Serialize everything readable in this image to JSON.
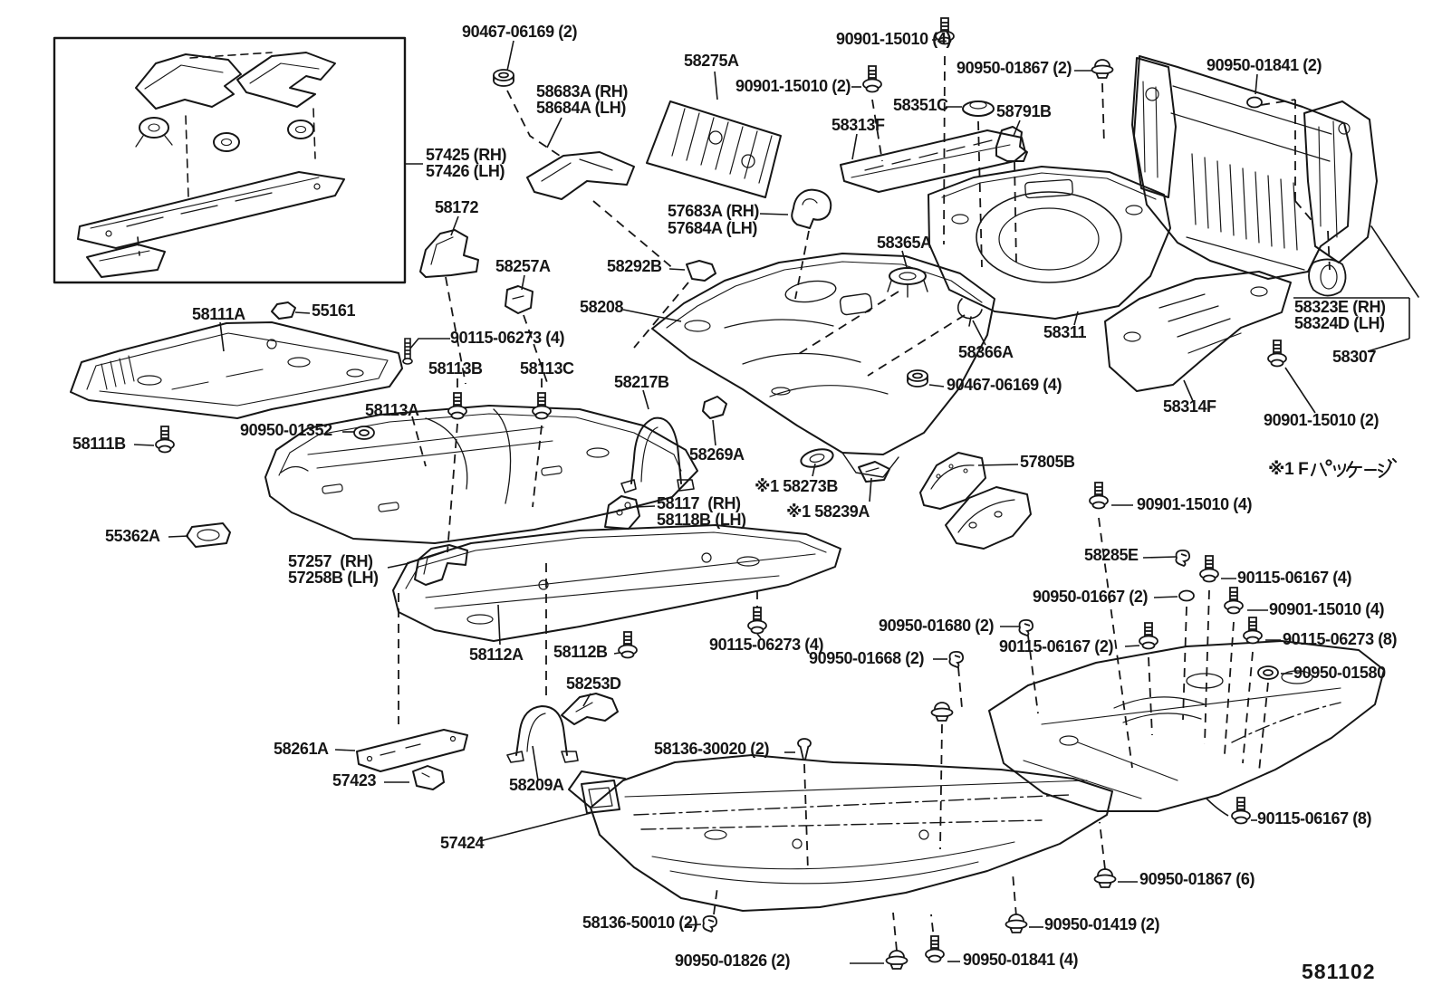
{
  "diagram": {
    "code": "581102",
    "note": {
      "prefix": "※1 F",
      "package_jp": "ﾊﾟｯｹｰｼﾞ"
    },
    "colors": {
      "ink": "#161616",
      "background": "#ffffff"
    },
    "labels": [
      {
        "text": "90467-06169 (2)"
      },
      {
        "text": "58275A"
      },
      {
        "text": "90901-15010 (2)"
      },
      {
        "text": "90901-15010 (4)"
      },
      {
        "text": "90950-01867 (2)"
      },
      {
        "text": "90950-01841 (2)"
      },
      {
        "text": "58683A (RH)"
      },
      {
        "text": "58684A (LH)"
      },
      {
        "text": "58351C"
      },
      {
        "text": "58791B"
      },
      {
        "text": "58313F"
      },
      {
        "text": "57425 (RH)"
      },
      {
        "text": "57426 (LH)"
      },
      {
        "text": "58172"
      },
      {
        "text": "58257A"
      },
      {
        "text": "58292B"
      },
      {
        "text": "58208"
      },
      {
        "text": "58111A"
      },
      {
        "text": "55161"
      },
      {
        "text": "57683A (RH)"
      },
      {
        "text": "57684A (LH)"
      },
      {
        "text": "58365A"
      },
      {
        "text": "58366A"
      },
      {
        "text": "58311"
      },
      {
        "text": "90467-06169 (4)"
      },
      {
        "text": "58323E (RH)"
      },
      {
        "text": "58324D (LH)"
      },
      {
        "text": "58307"
      },
      {
        "text": "58314F"
      },
      {
        "text": "90901-15010 (2)"
      },
      {
        "text": "57805B"
      },
      {
        "text": "90901-15010 (4)"
      },
      {
        "text": "58285E"
      },
      {
        "text": "90115-06167 (4)"
      },
      {
        "text": "90950-01667 (2)"
      },
      {
        "text": "90901-15010 (4)"
      },
      {
        "text": "90950-01680 (2)"
      },
      {
        "text": "90115-06273 (8)"
      },
      {
        "text": "90115-06167 (2)"
      },
      {
        "text": "90950-01668 (2)"
      },
      {
        "text": "90950-01580"
      },
      {
        "text": "90115-06273 (4)"
      },
      {
        "text": "90115-06273 (4)"
      },
      {
        "text": "58113B"
      },
      {
        "text": "58113C"
      },
      {
        "text": "58113A"
      },
      {
        "text": "90950-01352"
      },
      {
        "text": "58217B"
      },
      {
        "text": "58269A"
      },
      {
        "text": "58111B"
      },
      {
        "text": "55362A"
      },
      {
        "text": "58117  (RH)"
      },
      {
        "text": "58118B (LH)"
      },
      {
        "text": "※1 58273B"
      },
      {
        "text": "※1 58239A"
      },
      {
        "text": "57257  (RH)"
      },
      {
        "text": "57258B (LH)"
      },
      {
        "text": "58112A"
      },
      {
        "text": "58112B"
      },
      {
        "text": "58253D"
      },
      {
        "text": "58261A"
      },
      {
        "text": "57423"
      },
      {
        "text": "58209A"
      },
      {
        "text": "58136-30020 (2)"
      },
      {
        "text": "57424"
      },
      {
        "text": "58136-50010 (2)"
      },
      {
        "text": "90950-01826 (2)"
      },
      {
        "text": "90950-01841 (4)"
      },
      {
        "text": "90950-01419 (2)"
      },
      {
        "text": "90950-01867 (6)"
      },
      {
        "text": "90115-06167 (8)"
      }
    ]
  }
}
